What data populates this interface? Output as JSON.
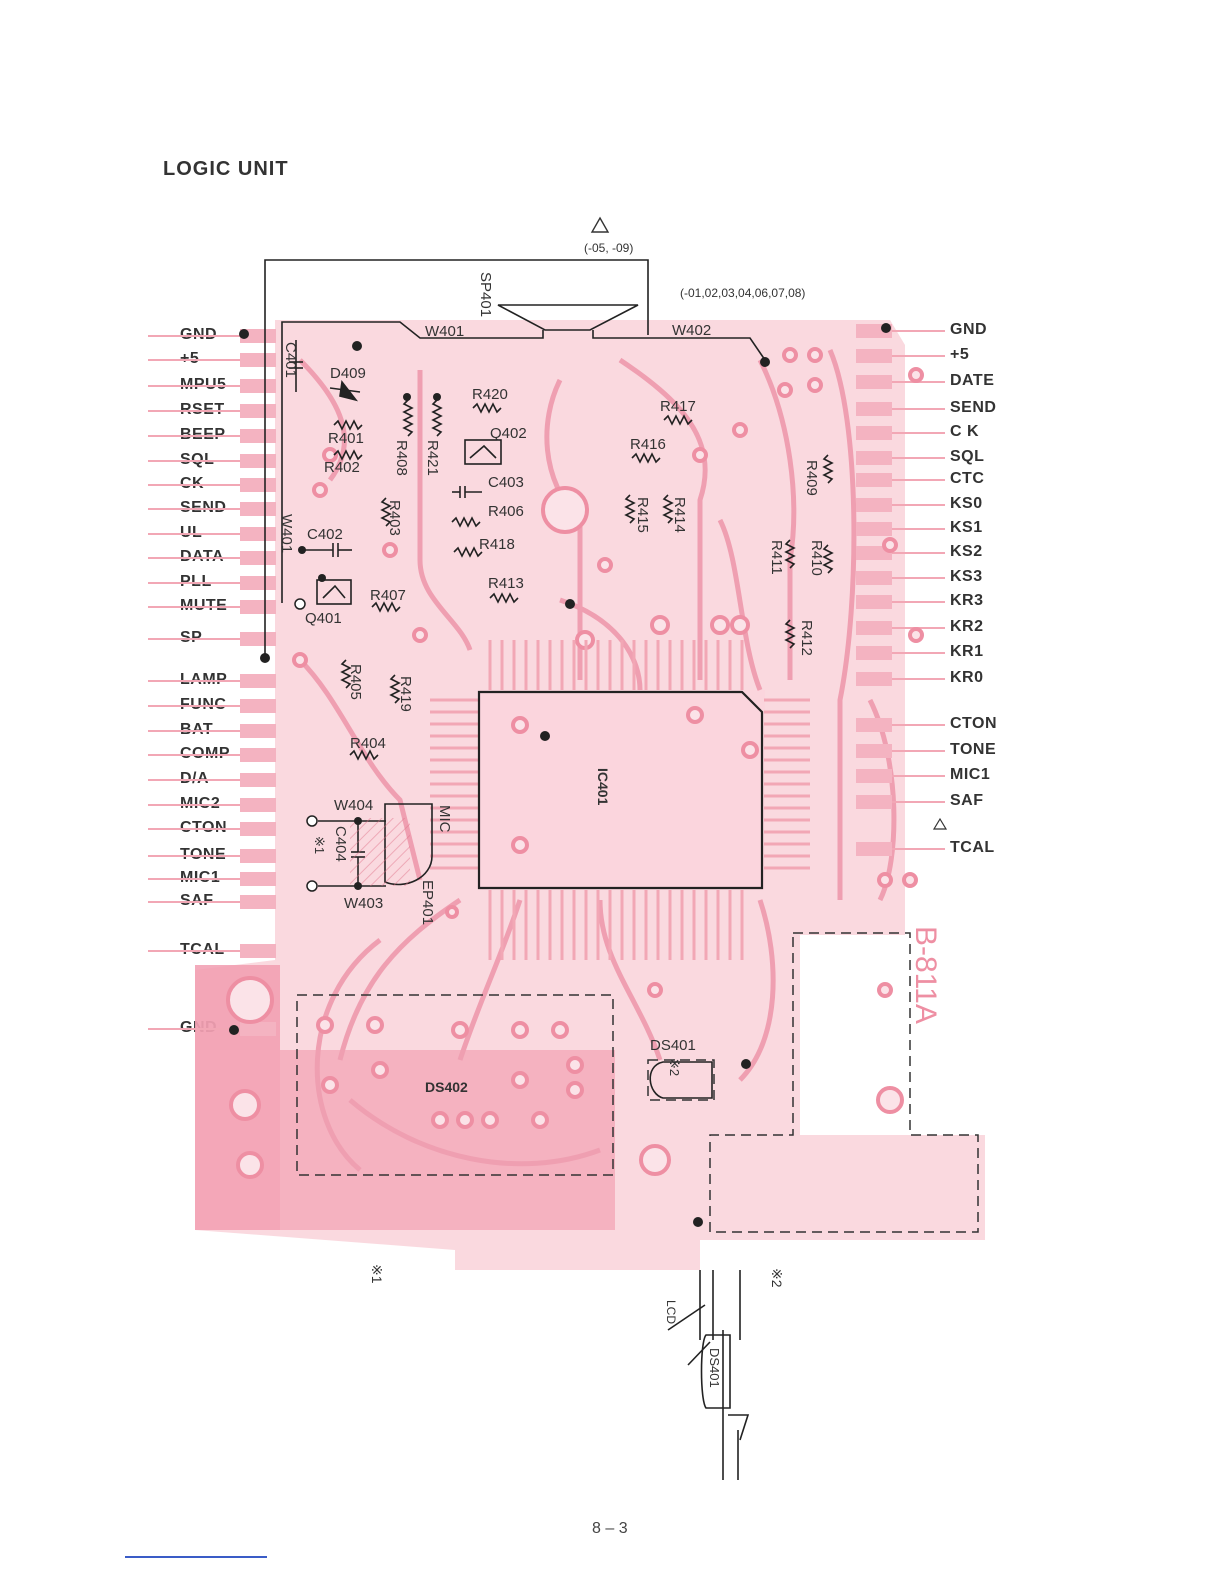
{
  "title": "LOGIC UNIT",
  "page_number": "8 – 3",
  "warning_note_upper": "(-05, -09)",
  "warning_note_right": "(-01,02,03,04,06,07,08)",
  "board_id": "B-811A",
  "left_pins": [
    "GND",
    "+5",
    "MPU5",
    "RSET",
    "BEEP",
    "SQL",
    "CK",
    "SEND",
    "UL",
    "DATA",
    "PLL",
    "MUTE",
    "SP",
    "LAMP",
    "FUNC",
    "BAT",
    "COMP",
    "D/A",
    "MIC2",
    "CTON",
    "TONE",
    "MIC1",
    "SAF",
    "TCAL",
    "GND"
  ],
  "right_pins": [
    "GND",
    "+5",
    "DATE",
    "SEND",
    "C K",
    "SQL",
    "CTC",
    "KS0",
    "KS1",
    "KS2",
    "KS3",
    "KR3",
    "KR2",
    "KR1",
    "KR0",
    "CTON",
    "TONE",
    "MIC1",
    "SAF",
    "TCAL"
  ],
  "components": {
    "sp": "SP401",
    "w401": "W401",
    "w402": "W402",
    "w401b": "W401",
    "w403": "W403",
    "w404": "W404",
    "c401": "C401",
    "c402": "C402",
    "c403": "C403",
    "c404": "C404",
    "d409": "D409",
    "q401": "Q401",
    "q402": "Q402",
    "r401": "R401",
    "r402": "R402",
    "r403": "R403",
    "r404": "R404",
    "r405": "R405",
    "r406": "R406",
    "r407": "R407",
    "r408": "R408",
    "r409": "R409",
    "r410": "R410",
    "r411": "R411",
    "r412": "R412",
    "r413": "R413",
    "r414": "R414",
    "r415": "R415",
    "r416": "R416",
    "r417": "R417",
    "r418": "R418",
    "r419": "R419",
    "r420": "R420",
    "r421": "R421",
    "ic401": "IC401",
    "mic": "MIC",
    "ep401": "EP401",
    "ds401": "DS401",
    "ds402": "DS402",
    "ds401b": "DS401",
    "lcd": "LCD",
    "note1": "※1",
    "note2": "※2",
    "note1b": "※1",
    "note2b": "※2"
  },
  "colors": {
    "trace": "#f2a7b5",
    "pad": "#ee8fa3",
    "ink": "#333333",
    "accent": "#3a5cc7"
  }
}
